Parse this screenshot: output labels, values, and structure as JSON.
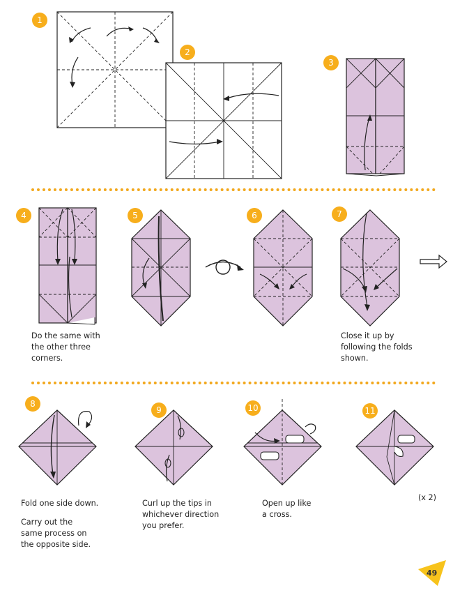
{
  "colors": {
    "paper_fill": "#dcc3dd",
    "accent": "#f7ae1c",
    "line": "#222222"
  },
  "steps": [
    {
      "number": "1"
    },
    {
      "number": "2"
    },
    {
      "number": "3"
    },
    {
      "number": "4",
      "caption": "Do the same with\nthe other three\ncorners."
    },
    {
      "number": "5"
    },
    {
      "number": "6"
    },
    {
      "number": "7",
      "caption": "Close it up by\nfollowing the folds\nshown."
    },
    {
      "number": "8",
      "caption": "Fold one side down.",
      "caption2": "Carry out the\nsame process on\nthe opposite side."
    },
    {
      "number": "9",
      "caption": "Curl up the tips in\nwhichever direction\nyou prefer."
    },
    {
      "number": "10",
      "caption": "Open up like\na cross."
    },
    {
      "number": "11",
      "note": "(x 2)"
    }
  ],
  "page_number": "49"
}
